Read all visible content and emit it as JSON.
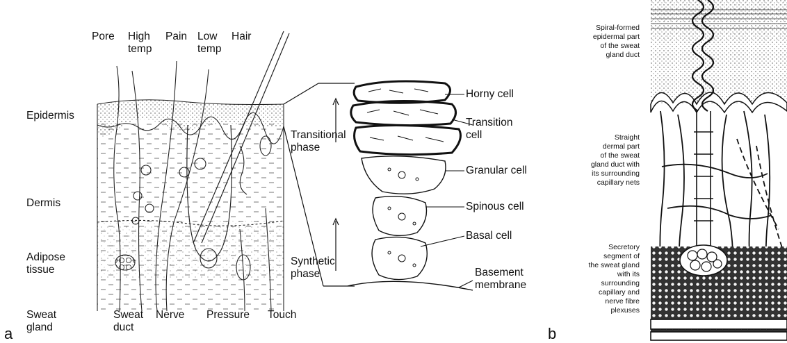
{
  "panel_a": {
    "letter": "a",
    "top_labels": {
      "pore": "Pore",
      "high_temp": "High\ntemp",
      "pain": "Pain",
      "low_temp": "Low\ntemp",
      "hair": "Hair"
    },
    "left_labels": {
      "epidermis": "Epidermis",
      "dermis": "Dermis",
      "adipose": "Adipose\ntissue",
      "sweat_gland": "Sweat\ngland"
    },
    "bottom_labels": {
      "sweat_duct": "Sweat\nduct",
      "nerve": "Nerve",
      "pressure": "Pressure",
      "touch": "Touch"
    },
    "phases": {
      "transitional": "Transitional\nphase",
      "synthetic": "Synthetic\nphase"
    },
    "cell_labels": {
      "horny": "Horny cell",
      "transition": "Transition\n cell",
      "granular": "Granular cell",
      "spinous": "Spinous cell",
      "basal": "Basal cell",
      "basement": "Basement\nmembrane"
    }
  },
  "panel_b": {
    "letter": "b",
    "labels": {
      "spiral": "Spiral-formed\nepidermal part\nof the sweat\ngland duct",
      "straight": "Straight\ndermal part\nof the sweat\ngland duct with\nits surrounding\ncapillary nets",
      "secretory": "Secretory\nsegment of\nthe sweat gland\nwith its\nsurrounding\ncapillary and\nnerve fibre\nplexuses"
    }
  }
}
